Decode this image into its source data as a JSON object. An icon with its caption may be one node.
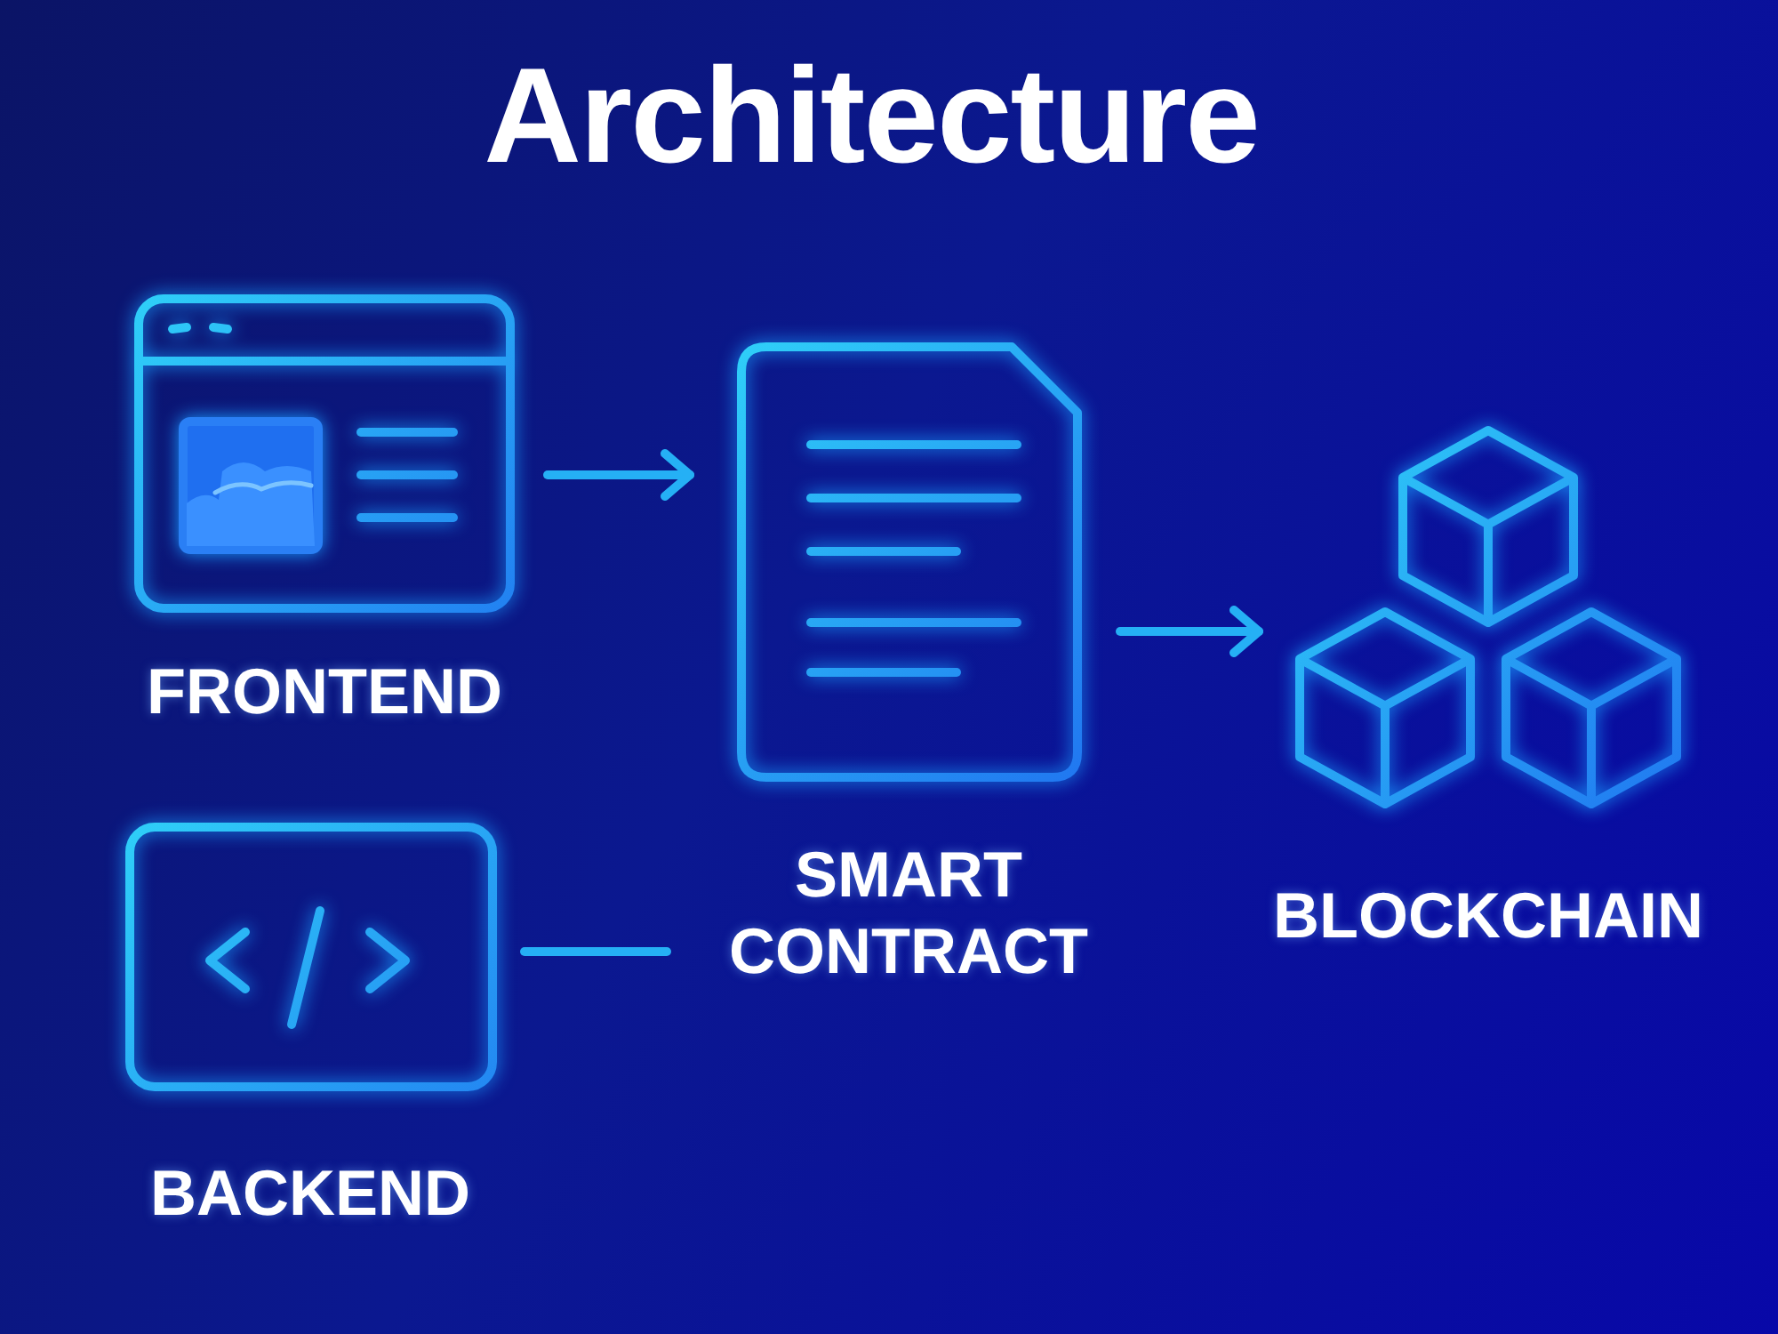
{
  "diagram": {
    "title": "Architecture",
    "nodes": [
      {
        "text": [
          "FRONTEND"
        ]
      },
      {
        "text": [
          "SMART CONTRACT"
        ]
      },
      {
        "text": [
          "BLOCKCHAIN"
        ]
      },
      {
        "text": [
          "BACKEND"
        ]
      }
    ],
    "edges": [
      {
        "from": 0,
        "to": 1,
        "arrow": "to"
      },
      {
        "from": 1,
        "to": 2,
        "arrow": "to"
      },
      {
        "from": 3,
        "to": 1,
        "arrow": "none"
      }
    ]
  }
}
